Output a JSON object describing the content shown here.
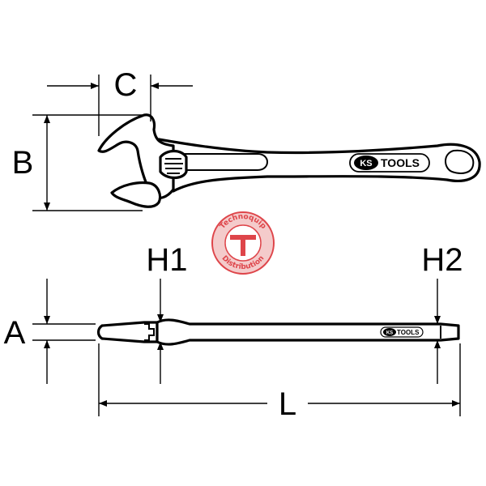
{
  "dimensions": {
    "a": "A",
    "b": "B",
    "c": "C",
    "h1": "H1",
    "h2": "H2",
    "l": "L"
  },
  "brand": {
    "name_left": "KS",
    "name_right": "TOOLS"
  },
  "watermark": {
    "text_top": "Technoquip",
    "text_bottom": "Distribution",
    "color": "#d9252b"
  }
}
